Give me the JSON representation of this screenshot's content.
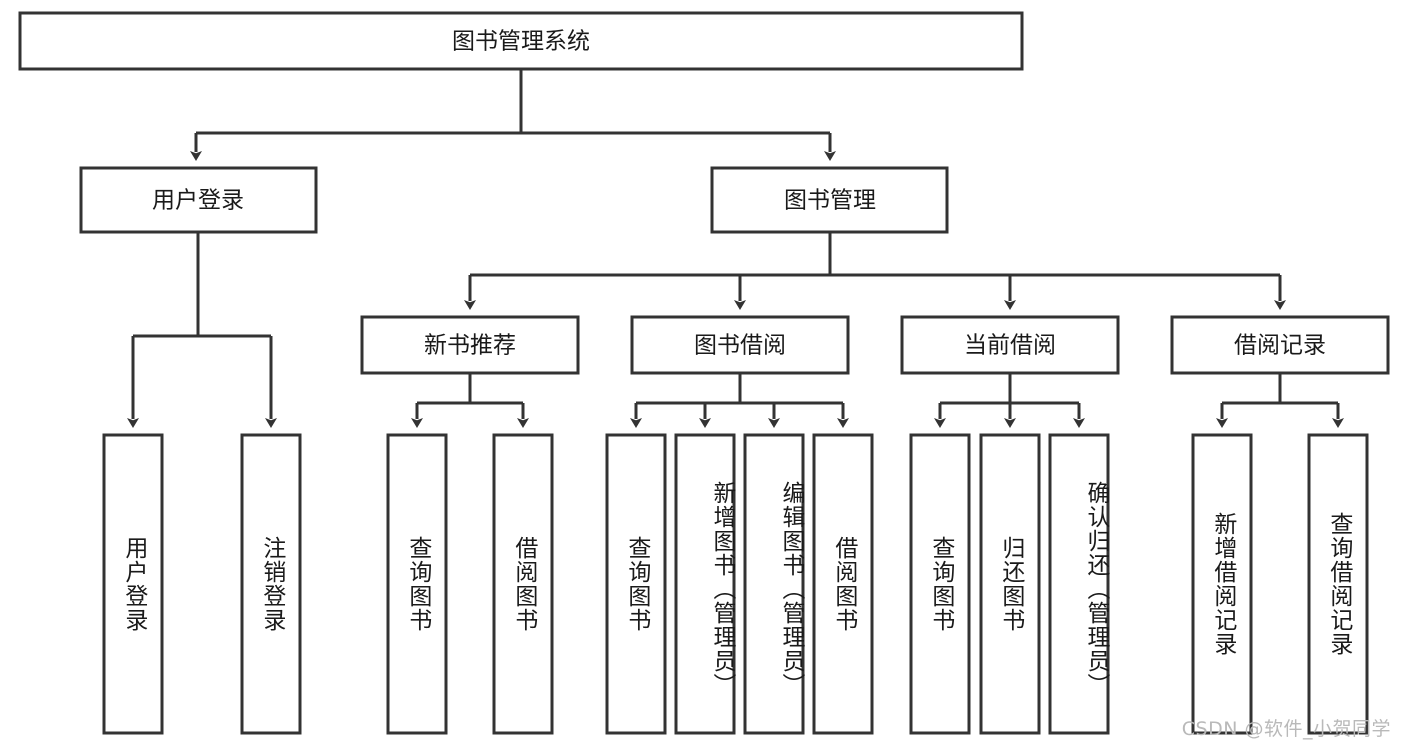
{
  "diagram": {
    "type": "tree-hierarchy",
    "orientation": "top-down",
    "style": {
      "box_fill": "#ffffff",
      "box_stroke": "#333333",
      "text_color": "#1a1a1a",
      "background": "#ffffff",
      "watermark_color": "#b9b9b9"
    },
    "root": {
      "label": "图书管理系统"
    },
    "level2": [
      {
        "label": "用户登录"
      },
      {
        "label": "图书管理"
      }
    ],
    "level3": [
      {
        "label": "新书推荐"
      },
      {
        "label": "图书借阅"
      },
      {
        "label": "当前借阅"
      },
      {
        "label": "借阅记录"
      }
    ],
    "leaves": {
      "user_login": [
        {
          "label": "用户登录"
        },
        {
          "label": "注销登录"
        }
      ],
      "new_book_recommend": [
        {
          "label": "查询图书"
        },
        {
          "label": "借阅图书"
        }
      ],
      "book_borrow": [
        {
          "label": "查询图书"
        },
        {
          "label": "新增图书（管理员）"
        },
        {
          "label": "编辑图书（管理员）"
        },
        {
          "label": "借阅图书"
        }
      ],
      "current_borrow": [
        {
          "label": "查询图书"
        },
        {
          "label": "归还图书"
        },
        {
          "label": "确认归还（管理员）"
        }
      ],
      "borrow_record": [
        {
          "label": "新增借阅记录"
        },
        {
          "label": "查询借阅记录"
        }
      ]
    }
  },
  "watermark": {
    "text": "CSDN @软件_小贺同学"
  }
}
